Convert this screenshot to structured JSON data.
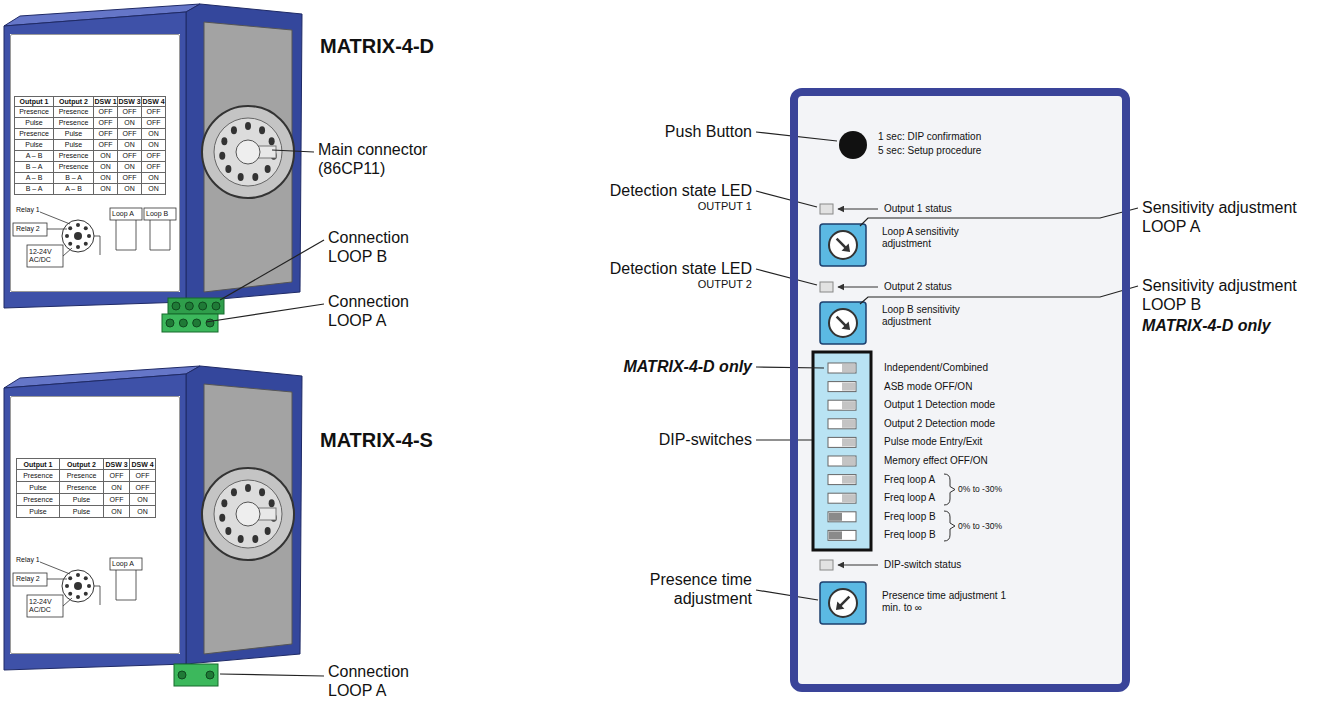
{
  "diagram": {
    "nodes": [
      {
        "text": [
          "Output 1",
          "Output 2",
          "DSW 1",
          "DSW 3",
          "DSW 4",
          "Presence",
          "Presence",
          "OFF",
          "OFF",
          "OFF",
          "Pulse",
          "Presence",
          "OFF",
          "ON",
          "OFF",
          "Presence",
          "Pulse",
          "OFF",
          "OFF",
          "ON",
          "Pulse",
          "Pulse",
          "OFF",
          "ON",
          "ON",
          "A – B",
          "Presence",
          "ON",
          "OFF",
          "OFF",
          "B – A",
          "Presence",
          "ON",
          "ON",
          "OFF",
          "A – B",
          "B – A",
          "ON",
          "OFF",
          "ON",
          "B – A",
          "A – B",
          "ON",
          "ON",
          "ON",
          "Relay 1",
          "Relay 2",
          "12-24V AC/DC",
          "Loop A",
          "Loop B"
        ]
      },
      {
        "text": [
          "Output 1",
          "Output 2",
          "DSW 3",
          "DSW 4",
          "Presence",
          "Presence",
          "OFF",
          "OFF",
          "Pulse",
          "Presence",
          "ON",
          "OFF",
          "Presence",
          "Pulse",
          "OFF",
          "ON",
          "Pulse",
          "Pulse",
          "ON",
          "ON",
          "Relay 1",
          "Relay 2",
          "12-24V AC/DC",
          "Loop A"
        ]
      },
      {
        "text": [
          "1 sec: DIP confirmation",
          "5 sec: Setup procedure",
          "Output 1 status",
          "Loop A sensitivity adjustment",
          "Output 2 status",
          "Loop B sensitivity adjustment",
          "Independent/Combined",
          "ASB mode OFF/ON",
          "Output 1 Detection mode",
          "Output 2 Detection mode",
          "Pulse mode Entry/Exit",
          "Memory effect OFF/ON",
          "Freq loop A",
          "Freq loop A",
          "0% to -30%",
          "Freq loop B",
          "Freq loop B",
          "0% to -30%",
          "DIP-switch status",
          "Presence time adjustment 1 min. to ∞"
        ]
      }
    ],
    "labels": [
      "MATRIX-4-D",
      "Main connector (86CP11)",
      "Connection LOOP B",
      "Connection LOOP A",
      "MATRIX-4-S",
      "Connection LOOP A",
      "Push Button",
      "Detection state LED",
      "OUTPUT 1",
      "Detection state LED",
      "OUTPUT 2",
      "MATRIX-4-D only",
      "DIP-switches",
      "Presence time adjustment",
      "Sensitivity adjustment LOOP A",
      "Sensitivity adjustment LOOP B",
      "MATRIX-4-D only"
    ]
  }
}
